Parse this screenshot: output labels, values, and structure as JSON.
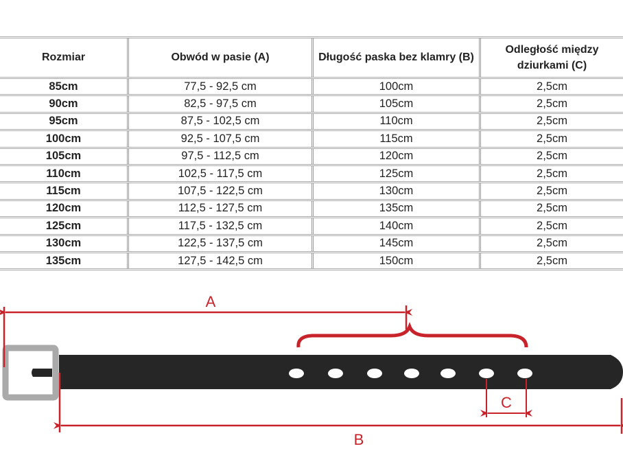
{
  "table": {
    "headers": [
      "Rozmiar",
      "Obwód w pasie (A)",
      "Długość paska bez klamry (B)",
      "Odległość między dziurkami (C)"
    ],
    "rows": [
      [
        "85cm",
        "77,5 - 92,5 cm",
        "100cm",
        "2,5cm"
      ],
      [
        "90cm",
        "82,5 - 97,5 cm",
        "105cm",
        "2,5cm"
      ],
      [
        "95cm",
        "87,5 - 102,5 cm",
        "110cm",
        "2,5cm"
      ],
      [
        "100cm",
        "92,5 - 107,5 cm",
        "115cm",
        "2,5cm"
      ],
      [
        "105cm",
        "97,5 - 112,5 cm",
        "120cm",
        "2,5cm"
      ],
      [
        "110cm",
        "102,5 - 117,5 cm",
        "125cm",
        "2,5cm"
      ],
      [
        "115cm",
        "107,5 - 122,5 cm",
        "130cm",
        "2,5cm"
      ],
      [
        "120cm",
        "112,5 - 127,5 cm",
        "135cm",
        "2,5cm"
      ],
      [
        "125cm",
        "117,5 - 132,5 cm",
        "140cm",
        "2,5cm"
      ],
      [
        "130cm",
        "122,5 - 137,5 cm",
        "145cm",
        "2,5cm"
      ],
      [
        "135cm",
        "127,5 - 142,5 cm",
        "150cm",
        "2,5cm"
      ]
    ]
  },
  "diagram": {
    "label_a": "A",
    "label_b": "B",
    "label_c": "C",
    "colors": {
      "measure": "#c8232b",
      "belt": "#262626",
      "buckle": "#aaaaaa"
    }
  }
}
